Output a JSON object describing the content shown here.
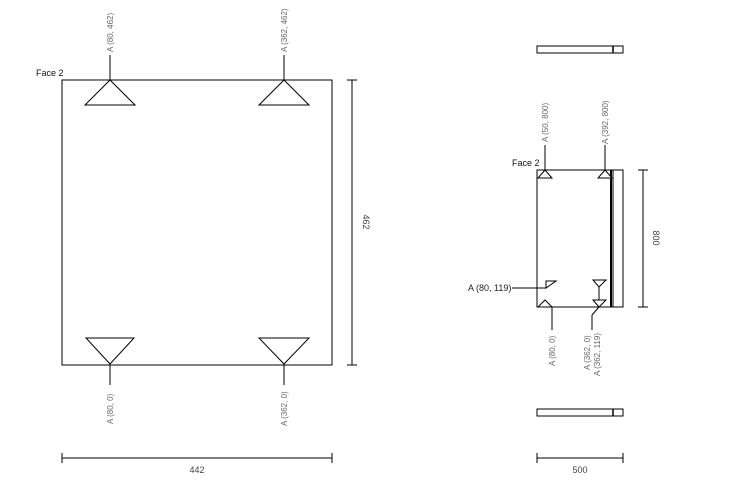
{
  "front_view": {
    "face_label": "Face 2",
    "top_left_label": "A (80, 462)",
    "top_right_label": "A (362, 462)",
    "bottom_left_label": "A (80, 0)",
    "bottom_right_label": "A (362, 0)",
    "width_dim": "442",
    "height_dim": "462"
  },
  "side_view": {
    "face_label": "Face 2",
    "top_left_label": "A (50, 800)",
    "top_right_label": "A (392, 800)",
    "side_label": "A (80, 119)",
    "bottom_left_label": "A (80, 0)",
    "bottom_right_label_1": "A (362, 0)",
    "bottom_right_label_2": "A (362, 119)",
    "width_dim": "500",
    "height_dim": "800"
  },
  "colors": {
    "line": "#000000",
    "label": "#666666"
  }
}
